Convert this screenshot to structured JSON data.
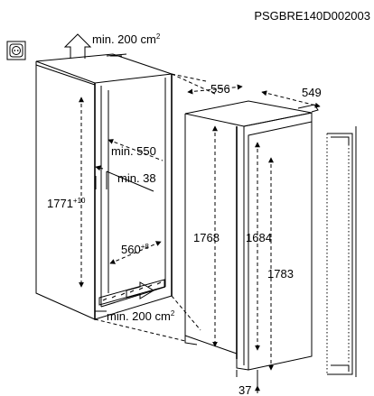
{
  "diagram": {
    "code": "PSGBRE140D002003",
    "niche": {
      "height": "1771",
      "height_tol": "+10",
      "width": "560",
      "width_tol": "+8",
      "depth_min": "min. 550",
      "gap_min": "min. 38",
      "vent_top": "min. 200 cm",
      "vent_bottom": "min. 200 cm",
      "vent_sup": "2"
    },
    "appliance": {
      "width": "556",
      "depth": "549",
      "height_body": "1768",
      "height_door": "1684",
      "height_total": "1783",
      "door_offset": "37"
    },
    "icons": [
      "power-socket-icon",
      "airflow-arrow-icon"
    ]
  }
}
